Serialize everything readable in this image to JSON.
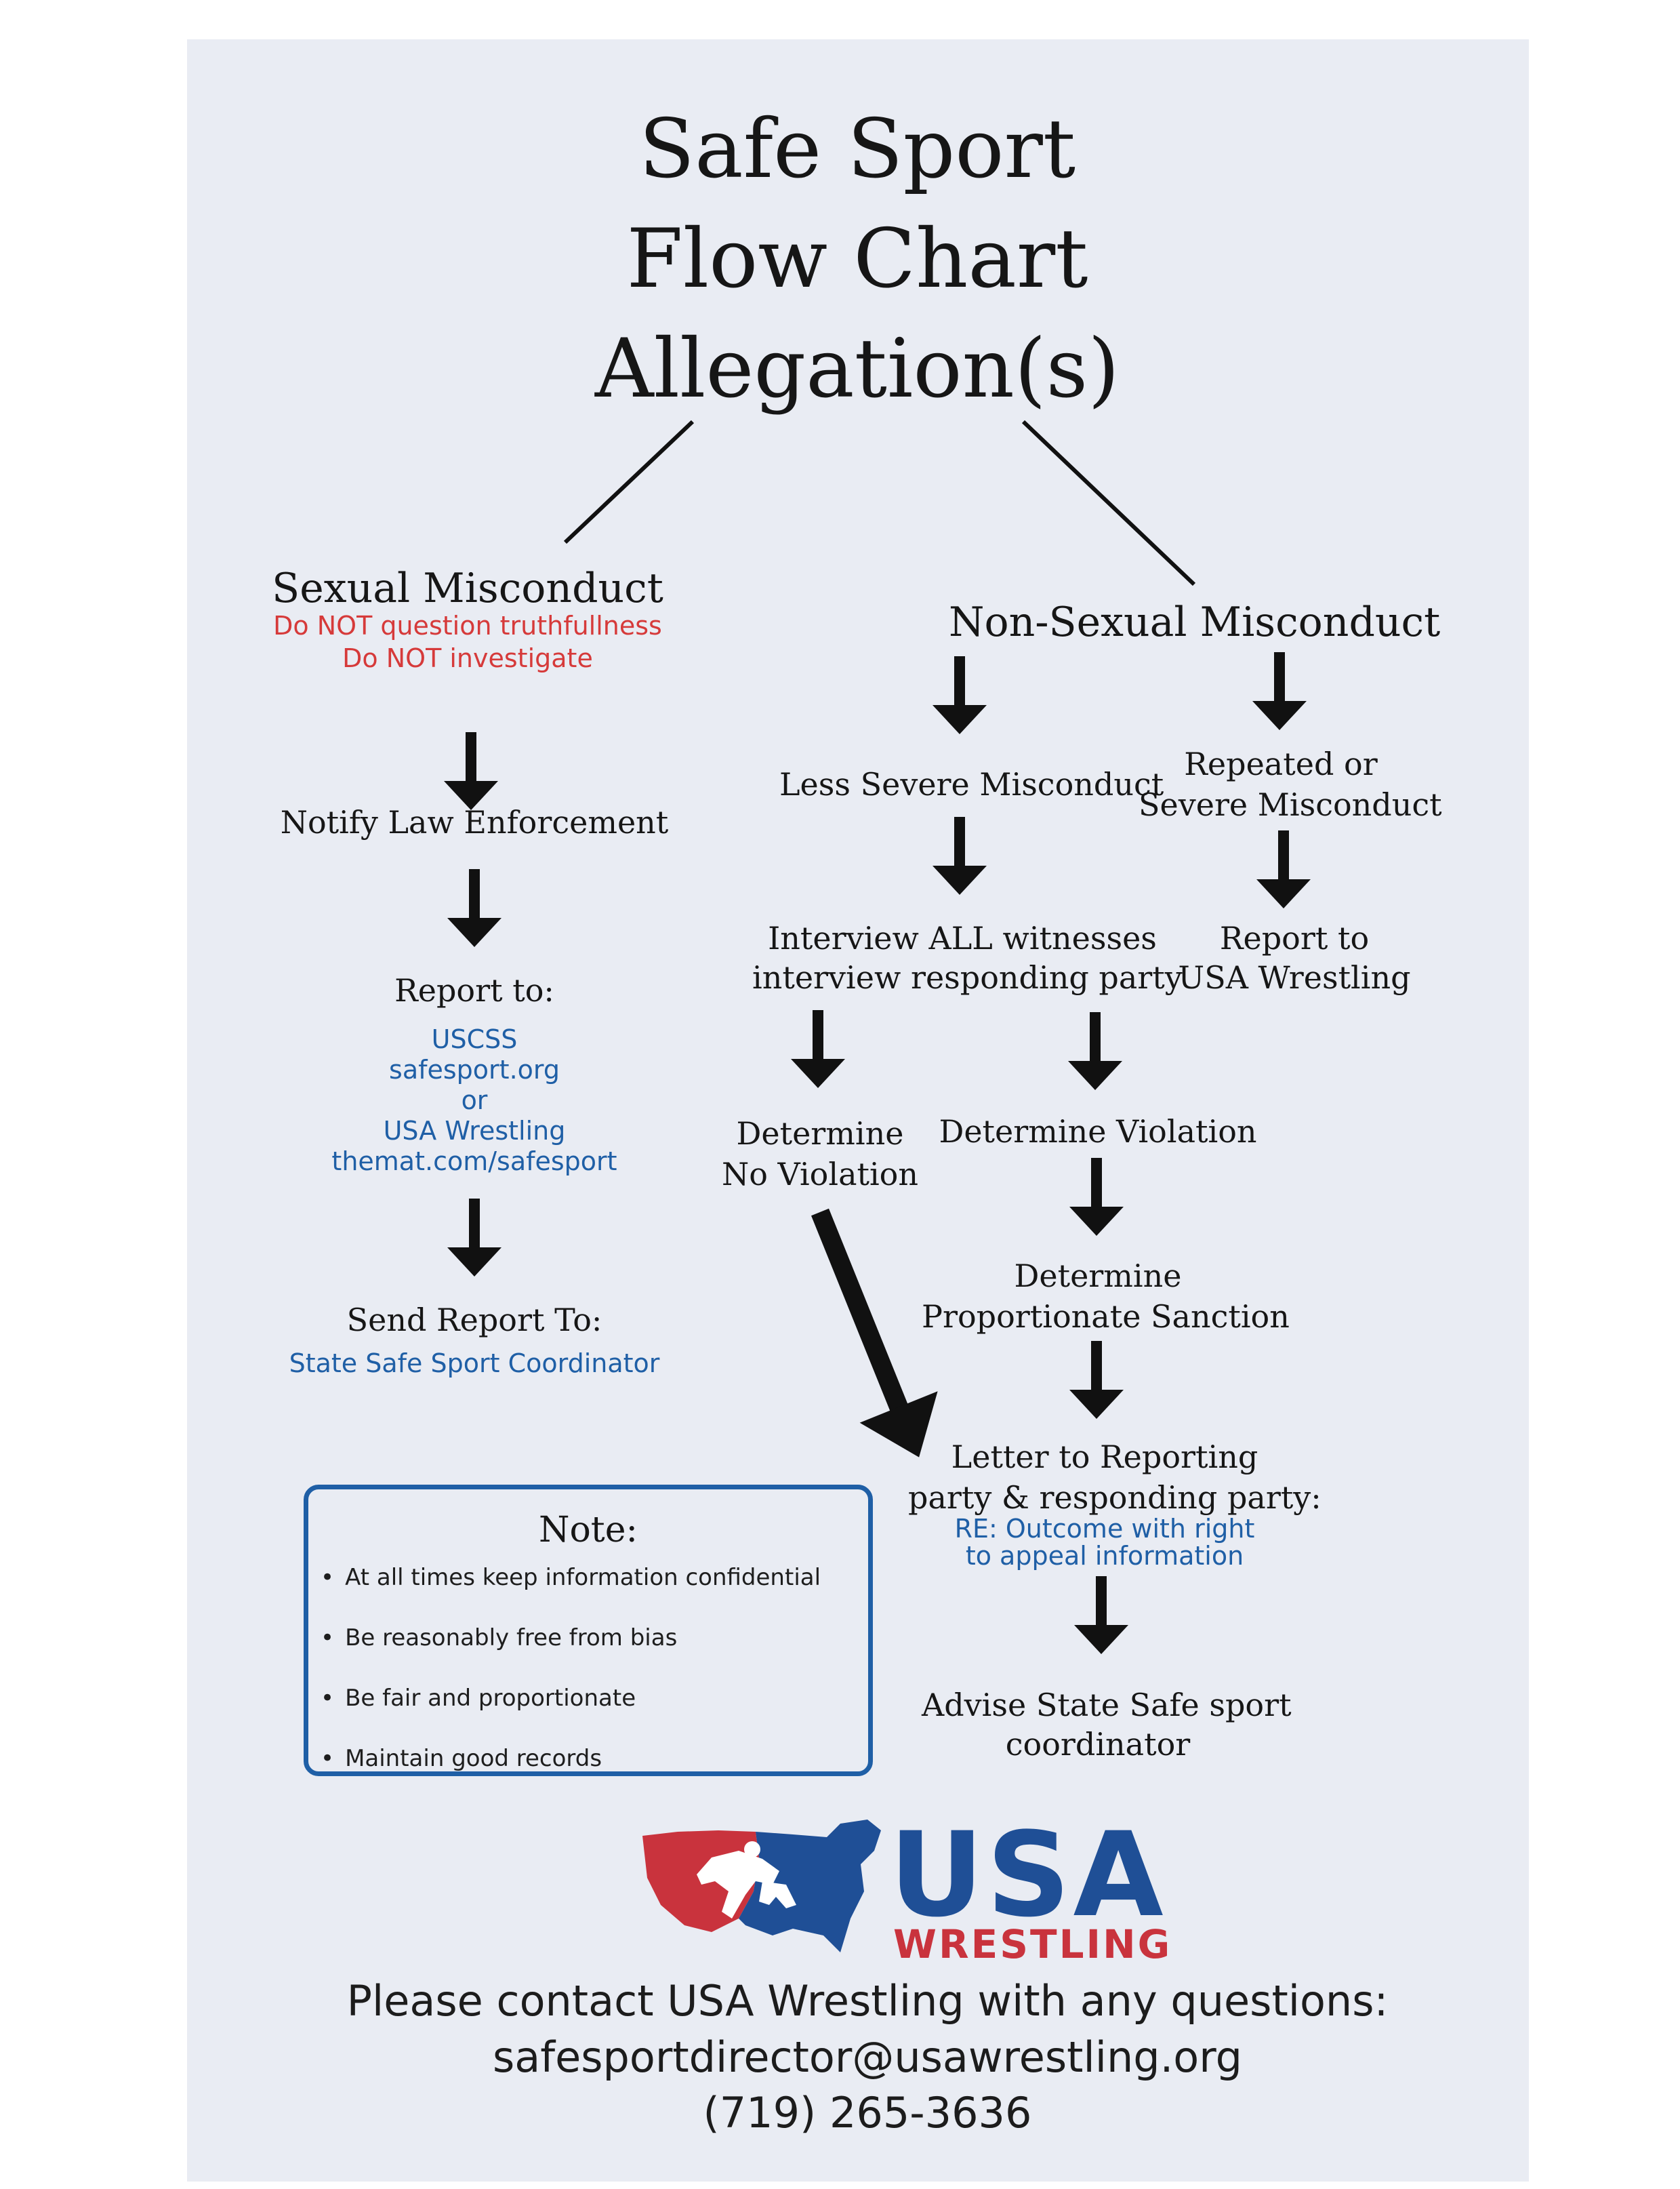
{
  "title": {
    "line1": "Safe Sport",
    "line2": "Flow Chart",
    "line3": "Allegation(s)"
  },
  "sexual": {
    "heading": "Sexual Misconduct",
    "warning1": "Do NOT question truthfullness",
    "warning2": "Do NOT investigate",
    "notify": "Notify Law Enforcement",
    "report_to": "Report to:",
    "uscss": "USCSS",
    "safesport_url": "safesport.org",
    "or": "or",
    "usaw": "USA Wrestling",
    "themat_url": "themat.com/safesport",
    "send_report": "Send Report To:",
    "coordinator": "State Safe Sport Coordinator"
  },
  "non_sexual": {
    "heading": "Non-Sexual Misconduct",
    "less_severe": "Less Severe Misconduct",
    "repeated1": "Repeated or",
    "repeated2": "Severe Misconduct",
    "report1": "Report to",
    "report2": "USA Wrestling",
    "interview1": "Interview ALL witnesses",
    "interview2": "interview responding party",
    "no_violation1": "Determine",
    "no_violation2": "No Violation",
    "violation": "Determine Violation",
    "sanction1": "Determine",
    "sanction2": "Proportionate Sanction",
    "letter1": "Letter to Reporting",
    "letter2": "party & responding party:",
    "letter_note1": "RE: Outcome with right",
    "letter_note2": "to appeal information",
    "advise1": "Advise State Safe sport",
    "advise2": "coordinator"
  },
  "note": {
    "title": "Note:",
    "items": [
      "At all times keep information confidential",
      "Be reasonably free from bias",
      "Be fair and proportionate",
      "Maintain good records"
    ]
  },
  "logo": {
    "usa": "USA",
    "wrestling": "WRESTLING",
    "icon": "us-map-wrestler-icon"
  },
  "contact": {
    "line1": "Please contact USA Wrestling with any questions:",
    "email": "safesportdirector@usawrestling.org",
    "phone": "(719) 265-3636"
  },
  "colors": {
    "red": "#d63a3a",
    "blue": "#1f5fa6",
    "logo_blue": "#1f4f96",
    "logo_red": "#c9333d",
    "paper": "#e9ecf3"
  }
}
